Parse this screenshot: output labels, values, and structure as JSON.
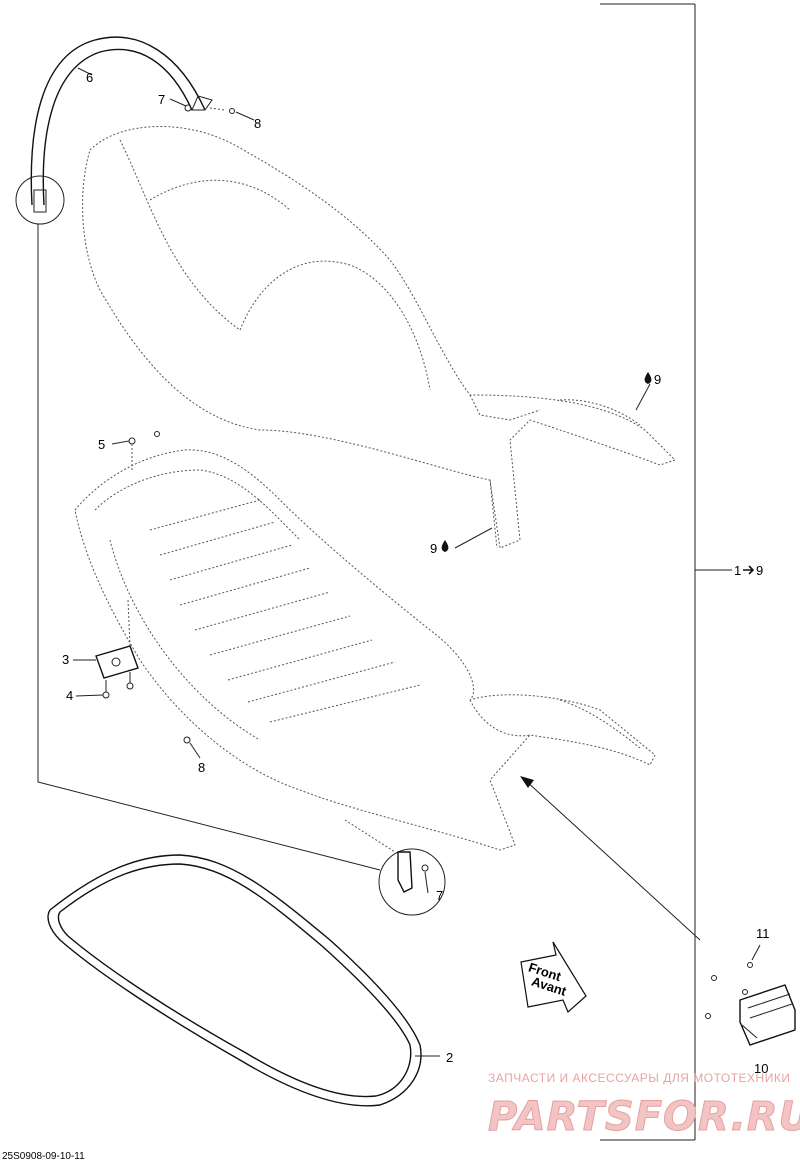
{
  "callouts": {
    "c1": "1",
    "c1_range_end": "9",
    "c2": "2",
    "c3": "3",
    "c4": "4",
    "c5": "5",
    "c6": "6",
    "c7_top": "7",
    "c7_bottom": "7",
    "c8_top": "8",
    "c8_bottom": "8",
    "c9_top": "9",
    "c9_bottom": "9",
    "c10": "10",
    "c11": "11"
  },
  "front_arrow": {
    "line1": "Front",
    "line2": "Avant"
  },
  "diagram_code": "25S0908-09-10-11",
  "watermark": {
    "tagline": "ЗАПЧАСТИ И АКСЕССУАРЫ ДЛЯ МОТОТЕХНИКИ",
    "brand": "PARTSFOR.RU"
  },
  "icons": {
    "arrow": "arrow-right-icon",
    "drop": "droplet-icon"
  }
}
